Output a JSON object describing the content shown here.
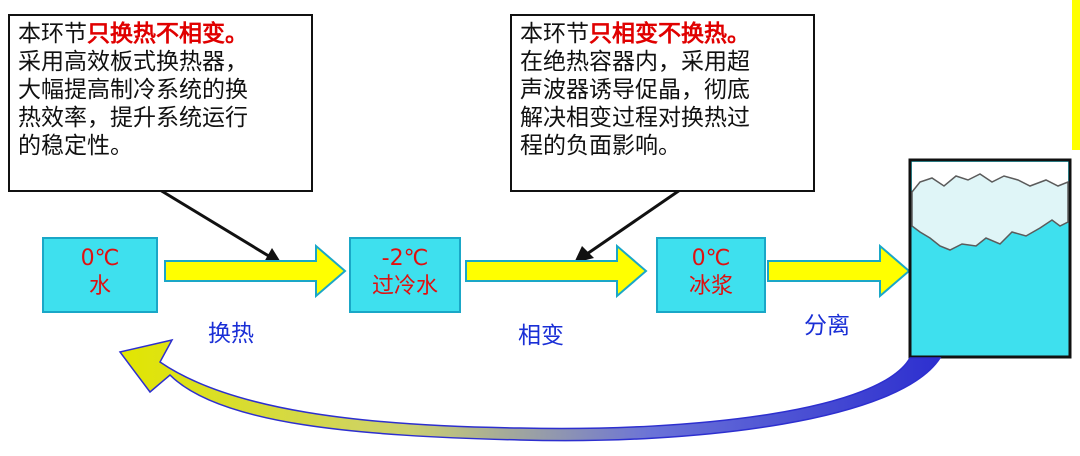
{
  "callouts": [
    {
      "prefix": "本环节",
      "highlight": "只换热不相变。",
      "lines": [
        "采用高效板式换热器，",
        "大幅提高制冷系统的换",
        "热效率，提升系统运行",
        "的稳定性。"
      ]
    },
    {
      "prefix": "本环节",
      "highlight": "只相变不换热。",
      "lines": [
        "在绝热容器内，采用超",
        "声波器诱导促晶，彻底",
        "解决相变过程对换热过",
        "程的负面影响。"
      ]
    }
  ],
  "states": [
    {
      "temp": "0℃",
      "name": "水"
    },
    {
      "temp": "-2℃",
      "name": "过冷水"
    },
    {
      "temp": "0℃",
      "name": "冰浆"
    }
  ],
  "steps": [
    "换热",
    "相变",
    "分离"
  ],
  "colors": {
    "box_fill": "#3ee0ee",
    "box_border": "#1aa7c7",
    "arrow_fill": "#ffff00",
    "highlight": "#e00000",
    "label": "#1a2fd6",
    "return_arrow_blue": "#2d2fcf"
  }
}
